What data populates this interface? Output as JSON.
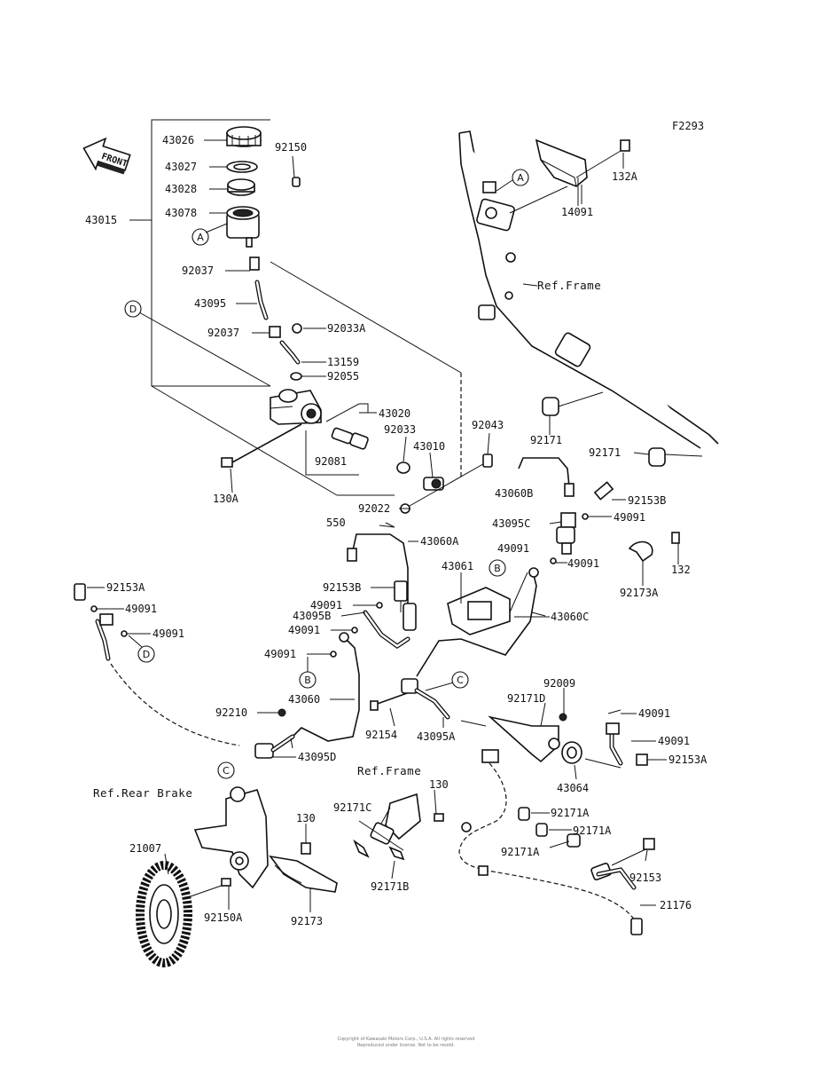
{
  "diagram_code": "F2293",
  "front_label": "FRONT",
  "ref_frame_1": "Ref.Frame",
  "ref_frame_2": "Ref.Frame",
  "ref_rear_brake": "Ref.Rear Brake",
  "circles": [
    "A",
    "A",
    "B",
    "B",
    "C",
    "C",
    "D",
    "D"
  ],
  "part_numbers": [
    "43026",
    "92150",
    "43027",
    "43028",
    "43078",
    "43015",
    "92037",
    "43095",
    "92037",
    "92033A",
    "13159",
    "92055",
    "43020",
    "92033",
    "43010",
    "92081",
    "130A",
    "92022",
    "92043",
    "132A",
    "14091",
    "92171",
    "92171",
    "43060B",
    "92153B",
    "43095C",
    "49091",
    "49091",
    "49091",
    "132",
    "92173A",
    "550",
    "43060A",
    "43061",
    "43060C",
    "92153A",
    "49091",
    "49091",
    "92153B",
    "49091",
    "43095B",
    "49091",
    "49091",
    "43060",
    "92210",
    "43095D",
    "92154",
    "43095A",
    "92009",
    "92171D",
    "49091",
    "49091",
    "92153A",
    "43064",
    "130",
    "92171C",
    "130",
    "92171A",
    "92171A",
    "92171A",
    "92171B",
    "92153",
    "21007",
    "92150A",
    "92173",
    "21176"
  ],
  "footer_line1": "Copyright of Kawasaki Motors Corp., U.S.A. All rights reserved",
  "footer_line2": "Reproduced under license. Not to be resold."
}
